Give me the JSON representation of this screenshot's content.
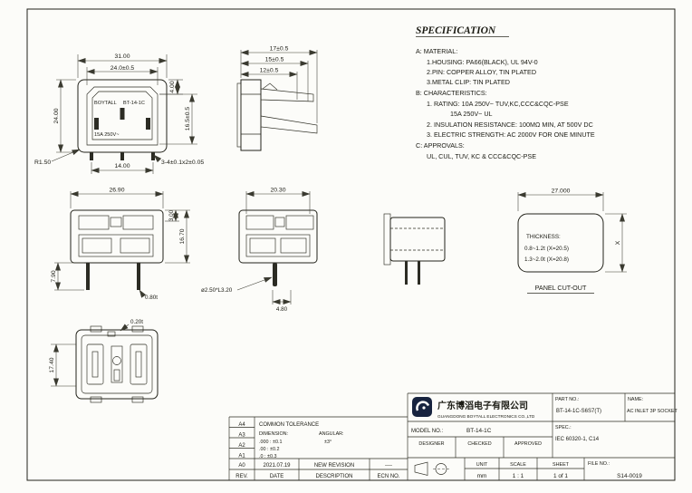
{
  "spec": {
    "title": "SPECIFICATION",
    "section_a": "A: MATERIAL:",
    "a_items": [
      "1.HOUSING: PA66(BLACK), UL 94V-0",
      "2.PIN: COPPER ALLOY, TIN PLATED",
      "3.METAL CLIP: TIN PLATED"
    ],
    "section_b": "B: CHARACTERISTICS:",
    "b_items": [
      "1. RATING: 10A 250V~ TUV,KC,CCC&CQC-PSE",
      "15A 250V~ UL",
      "2. INSULATION RESISTANCE: 100MΩ MIN, AT 500V DC",
      "3. ELECTRIC STRENGTH: AC 2000V FOR ONE MINUTE"
    ],
    "section_c": "C: APPROVALS:",
    "c_items": [
      "UL, CUL, TUV, KC & CCC&CQC-PSE"
    ]
  },
  "front_view": {
    "dim_width_outer": "31.00",
    "dim_width_inner": "24.0±0.5",
    "dim_height": "24.00",
    "dim_top_right": "4.00",
    "dim_right_side": "16.5±0.5",
    "radius": "R1.50",
    "dim_pin_spacing": "14.00",
    "pin_note": "3-4±0.1x2±0.05",
    "label_brand": "BOYTALL",
    "label_model": "BT-14-1C",
    "label_rating": "15A 250V~"
  },
  "side_view": {
    "dims": [
      "17±0.5",
      "15±0.5",
      "12±0.5"
    ]
  },
  "view_a": {
    "dim_width": "26.90",
    "dim_top": "3.00",
    "dim_height": "16.70",
    "dim_pin_length": "7.90",
    "dim_pin_thickness": "0.80t"
  },
  "view_b": {
    "dim_width": "20.30",
    "pin_callout": "ø2.50*L3.20",
    "dim_offset": "4.80"
  },
  "panel_cutout": {
    "dim_width": "27.000",
    "thickness_label": "THICKNESS:",
    "thickness_row1": "0.8~1.2t (X=20.5)",
    "thickness_row2": "1.3~2.0t (X=20.8)",
    "dim_x": "X",
    "caption": "PANEL CUT-OUT"
  },
  "rear_view": {
    "dim_thickness": "0.20t",
    "dim_height": "17.40"
  },
  "title_block": {
    "company_cn": "广东博滔电子有限公司",
    "company_en": "GUANGDONG BOYTALL ELECTRONICS CO.,LTD",
    "part_no_label": "PART NO.:",
    "part_no": "BT-14-1C-S6S7(T)",
    "name_label": "NAME:",
    "name": "AC INLET 3P SOCKET",
    "model_label": "MODEL NO.:",
    "model": "BT-14-1C",
    "spec_label": "SPEC.:",
    "spec": "IEC 60320-1, C14",
    "designer": "DESIGNER",
    "checked": "CHECKED",
    "approved": "APPROVED",
    "tol_title": "COMMON TOLERANCE",
    "dim_label": "DIMENSION:",
    "ang_label": "ANGULAR:",
    "tol_rows": [
      ".000 : ±0.1",
      ".00  : ±0.2",
      ".0   : ±0.3"
    ],
    "ang_value": "±3°",
    "rev_rows": [
      "A4",
      "A3",
      "A2",
      "A1"
    ],
    "rev0": {
      "rev": "A0",
      "date": "2021.07.19",
      "desc": "NEW REVISION",
      "ecn": "----"
    },
    "headers": {
      "rev": "REV.",
      "date": "DATE",
      "desc": "DESCRIPTION",
      "ecn": "ECN NO."
    },
    "unit_label": "UNIT",
    "unit": "mm",
    "scale_label": "SCALE",
    "scale": "1 : 1",
    "sheet_label": "SHEET",
    "sheet": "1 of 1",
    "file_label": "FILE NO.:",
    "file_no": "S14-0019"
  }
}
